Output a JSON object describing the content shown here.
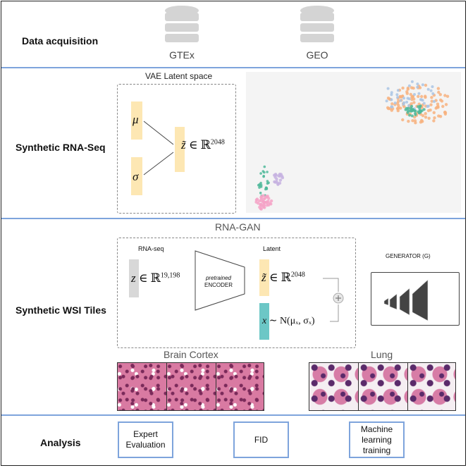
{
  "sections": {
    "data_acquisition": "Data acquisition",
    "synthetic_rnaseq": "Synthetic RNA-Seq",
    "synthetic_wsi": "Synthetic WSI Tiles",
    "analysis": "Analysis"
  },
  "databases": [
    {
      "label": "GTEx",
      "icon": "database-icon"
    },
    {
      "label": "GEO",
      "icon": "database-icon"
    }
  ],
  "vae": {
    "title": "VAE Latent space",
    "mu": "μ",
    "sigma": "σ",
    "z_symbol": "z̃",
    "z_rest": " ∈ ℝ",
    "z_exp": "2048"
  },
  "rna_gan": {
    "title": "RNA-GAN",
    "rnaseq_label": "RNA-seq",
    "z_symbol": "z",
    "z_rest": " ∈ ℝ",
    "z_exp": "19,198",
    "encoder_italic": "pretrained",
    "encoder_label": "ENCODER",
    "latent_label": "Latent",
    "zt_symbol": "z̃",
    "zt_rest": " ∈ ℝ",
    "zt_exp": "2048",
    "x_symbol": "x",
    "x_rest": " ∼ N(μₓ, σₓ)",
    "plus": "+",
    "generator_label": "GENERATOR (G)"
  },
  "tiles": {
    "brain_caption": "Brain Cortex",
    "lung_caption": "Lung"
  },
  "analysis_items": [
    "Expert Evaluation",
    "FID",
    "Machine learning training"
  ],
  "colors": {
    "separator": "#7ea4dc",
    "latent_bar": "#fde7b3",
    "input_bar": "#d8d8d8",
    "noise_bar": "#6cc7c6",
    "scatter_orange": "#f7b17f",
    "scatter_blue": "#a9c4e4",
    "scatter_green": "#4fb89a",
    "scatter_purple": "#c6b1e0",
    "scatter_pink": "#f5a3c7"
  }
}
